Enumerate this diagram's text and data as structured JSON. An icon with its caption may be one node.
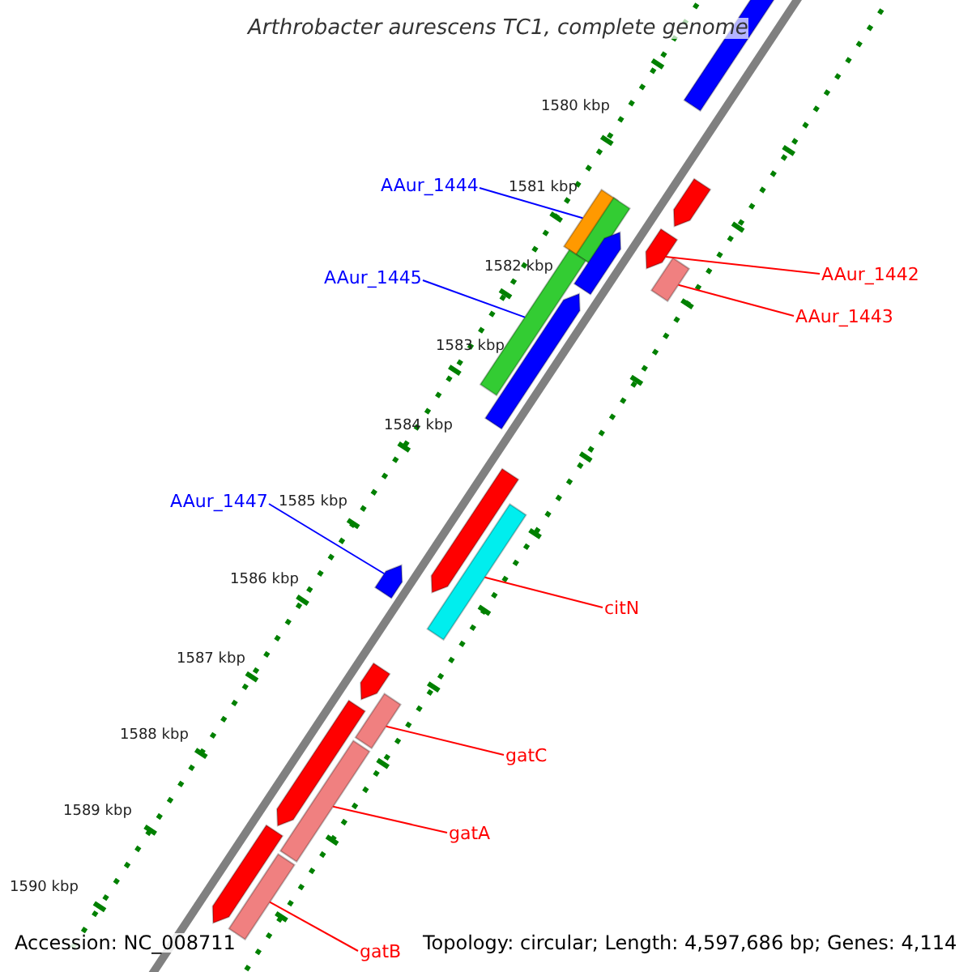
{
  "diagram": {
    "title": "Arthrobacter aurescens TC1, complete genome",
    "nodes": [
      {
        "text": [
          "AAur_1444"
        ]
      },
      {
        "text": [
          "AAur_1445"
        ]
      },
      {
        "text": [
          "AAur_1447"
        ]
      },
      {
        "text": [
          "AAur_1442"
        ]
      },
      {
        "text": [
          "AAur_1443"
        ]
      },
      {
        "text": [
          "citN"
        ]
      },
      {
        "text": [
          "gatC"
        ]
      },
      {
        "text": [
          "gatA"
        ]
      },
      {
        "text": [
          "gatB"
        ]
      },
      {
        "text": [],
        "shape": "bar"
      },
      {
        "text": [],
        "shape": "bar"
      },
      {
        "text": [],
        "shape": "bar"
      },
      {
        "text": [],
        "shape": "bar"
      },
      {
        "text": [],
        "shape": "bar"
      },
      {
        "text": [],
        "shape": "bar"
      },
      {
        "text": [],
        "shape": "bar"
      },
      {
        "text": [],
        "shape": "bar"
      },
      {
        "text": [],
        "shape": "bar"
      },
      {
        "text": [],
        "shape": "bar"
      },
      {
        "text": [],
        "shape": "bar"
      },
      {
        "text": [],
        "shape": "bar"
      },
      {
        "text": [],
        "shape": "bar"
      },
      {
        "text": [],
        "shape": "bar"
      },
      {
        "text": [],
        "shape": "bar"
      },
      {
        "text": [],
        "shape": "bar"
      },
      {
        "text": [],
        "shape": "bar"
      },
      {
        "text": [],
        "shape": "bar"
      }
    ],
    "edges": [
      {
        "from": 0,
        "to": 11,
        "arrow": "none",
        "color": "#0000ff"
      },
      {
        "from": 1,
        "to": 16,
        "arrow": "none",
        "color": "#0000ff"
      },
      {
        "from": 2,
        "to": 20,
        "arrow": "none",
        "color": "#0000ff"
      },
      {
        "from": 3,
        "to": 13,
        "arrow": "none"
      },
      {
        "from": 4,
        "to": 14,
        "arrow": "none"
      },
      {
        "from": 5,
        "to": 19,
        "arrow": "none"
      },
      {
        "from": 6,
        "to": 22,
        "arrow": "none"
      },
      {
        "from": 7,
        "to": 24,
        "arrow": "none"
      },
      {
        "from": 8,
        "to": 26,
        "arrow": "none"
      }
    ],
    "labels": [
      "1580 kbp",
      "1581 kbp",
      "1582 kbp",
      "1583 kbp",
      "1584 kbp",
      "1585 kbp",
      "1586 kbp",
      "1587 kbp",
      "1588 kbp",
      "1589 kbp",
      "1590 kbp",
      "Accession: NC_008711",
      "Topology: circular; Length: 4,597,686 bp; Genes: 4,114"
    ]
  }
}
